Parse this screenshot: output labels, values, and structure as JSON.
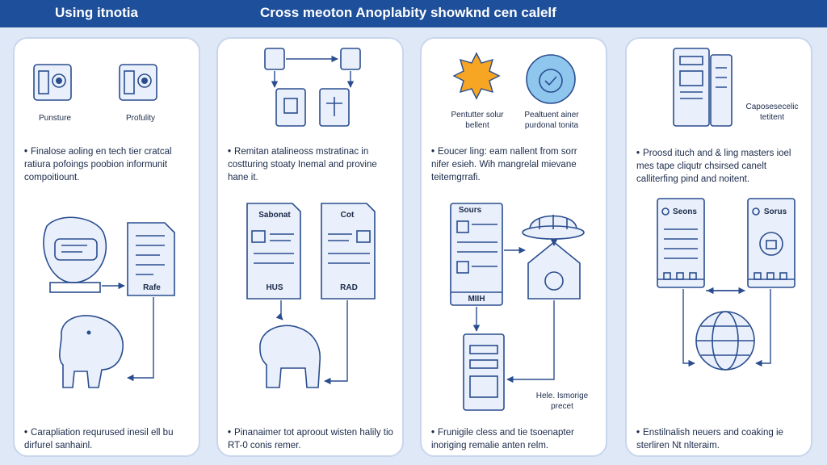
{
  "header": {
    "left_title": "Using itnotia",
    "right_title": "Cross meoton Anoplabity showknd cen calelf"
  },
  "panels": [
    {
      "captions": [
        "Punsture",
        "Profulity"
      ],
      "desc": "Finalose aoling en tech tier cratcal ratiura pofoings poobion informunit compoitiount.",
      "box_label": "Rafe",
      "footer": "Carapliation requrused inesil ell bu dirfurel sanhainl."
    },
    {
      "captions": [],
      "desc": "Remitan atalineoss mstratinac in costturing stoaty Inemal and provine hane it.",
      "box_label_left_top": "Sabonat",
      "box_label_right_top": "Cot",
      "box_label_left_bottom": "HUS",
      "box_label_right_bottom": "RAD",
      "footer": "Pinanaimer tot aproout wisten halily tio RT-0 conis remer."
    },
    {
      "captions": [
        "Pentutter solur bellent",
        "Pealtuent ainer purdonal tonita"
      ],
      "desc": "Eoucer ling: eam nallent from sorr nifer esieh. Wih mangrelal mievane teitemgrrafi.",
      "box_label_top": "Sours",
      "box_label_bottom": "MIIH",
      "note": "Hele. Ismorige precet",
      "footer": "Frunigile cless and tie tsoenapter inoriging remalie anten relm."
    },
    {
      "captions": [
        "Caposesecelic tetitent"
      ],
      "desc": "Proosd ituch and & ling masters ioel mes tape cliqutr chsirsed canelt calliterfing pind and noitent.",
      "box_label_left": "Seons",
      "box_label_right": "Sorus",
      "footer": "Enstilnalish neuers and coaking ie sterliren Nt nlteraim."
    }
  ]
}
